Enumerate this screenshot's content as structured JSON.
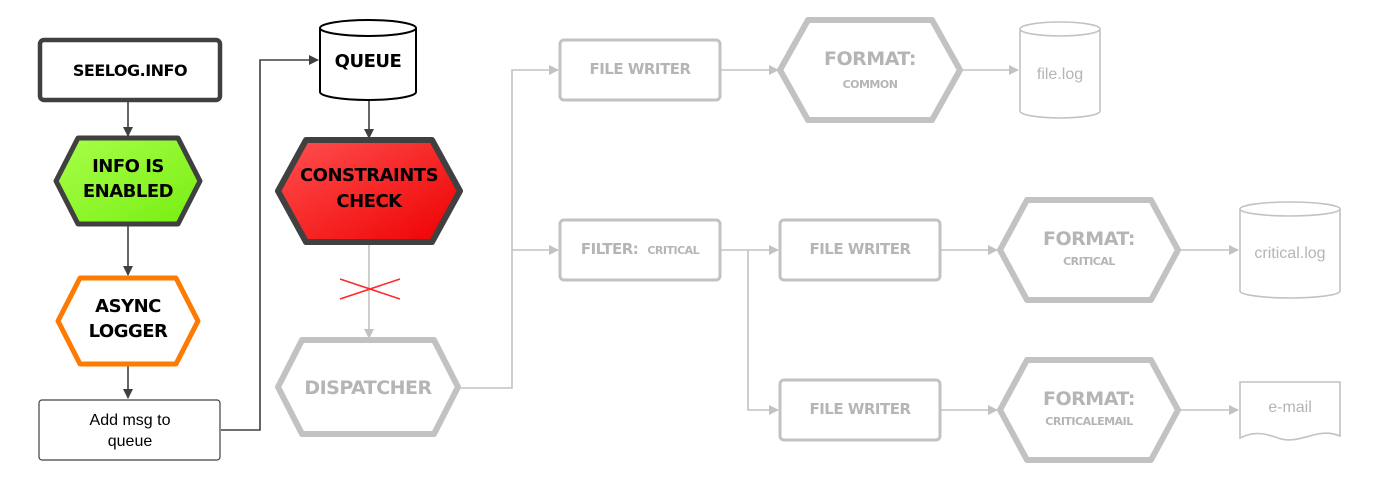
{
  "colors": {
    "dark": "#404040",
    "grey": "#c2c2c2",
    "grey_text": "#b5b5b5",
    "green": "#88ff22",
    "orange": "#ff7a00",
    "red": "#ff1a1a"
  },
  "nodes": {
    "seelog_info": "SEELOG.INFO",
    "info_enabled_line1": "INFO IS",
    "info_enabled_line2": "ENABLED",
    "async_logger_line1": "ASYNC",
    "async_logger_line2": "LOGGER",
    "add_msg_line1": "Add msg to",
    "add_msg_line2": "queue",
    "queue": "QUEUE",
    "constraints_line1": "CONSTRAINTS",
    "constraints_line2": "CHECK",
    "dispatcher": "DISPATCHER",
    "file_writer_1": "FILE WRITER",
    "format_1_title": "FORMAT:",
    "format_1_sub": "COMMON",
    "file_log": "file.log",
    "filter_prefix": "FILTER:",
    "filter_sub": "CRITICAL",
    "file_writer_2": "FILE WRITER",
    "format_2_title": "FORMAT:",
    "format_2_sub": "CRITICAL",
    "critical_log": "critical.log",
    "file_writer_3": "FILE WRITER",
    "format_3_title": "FORMAT:",
    "format_3_sub": "CRITICALEMAIL",
    "email": "e-mail"
  }
}
